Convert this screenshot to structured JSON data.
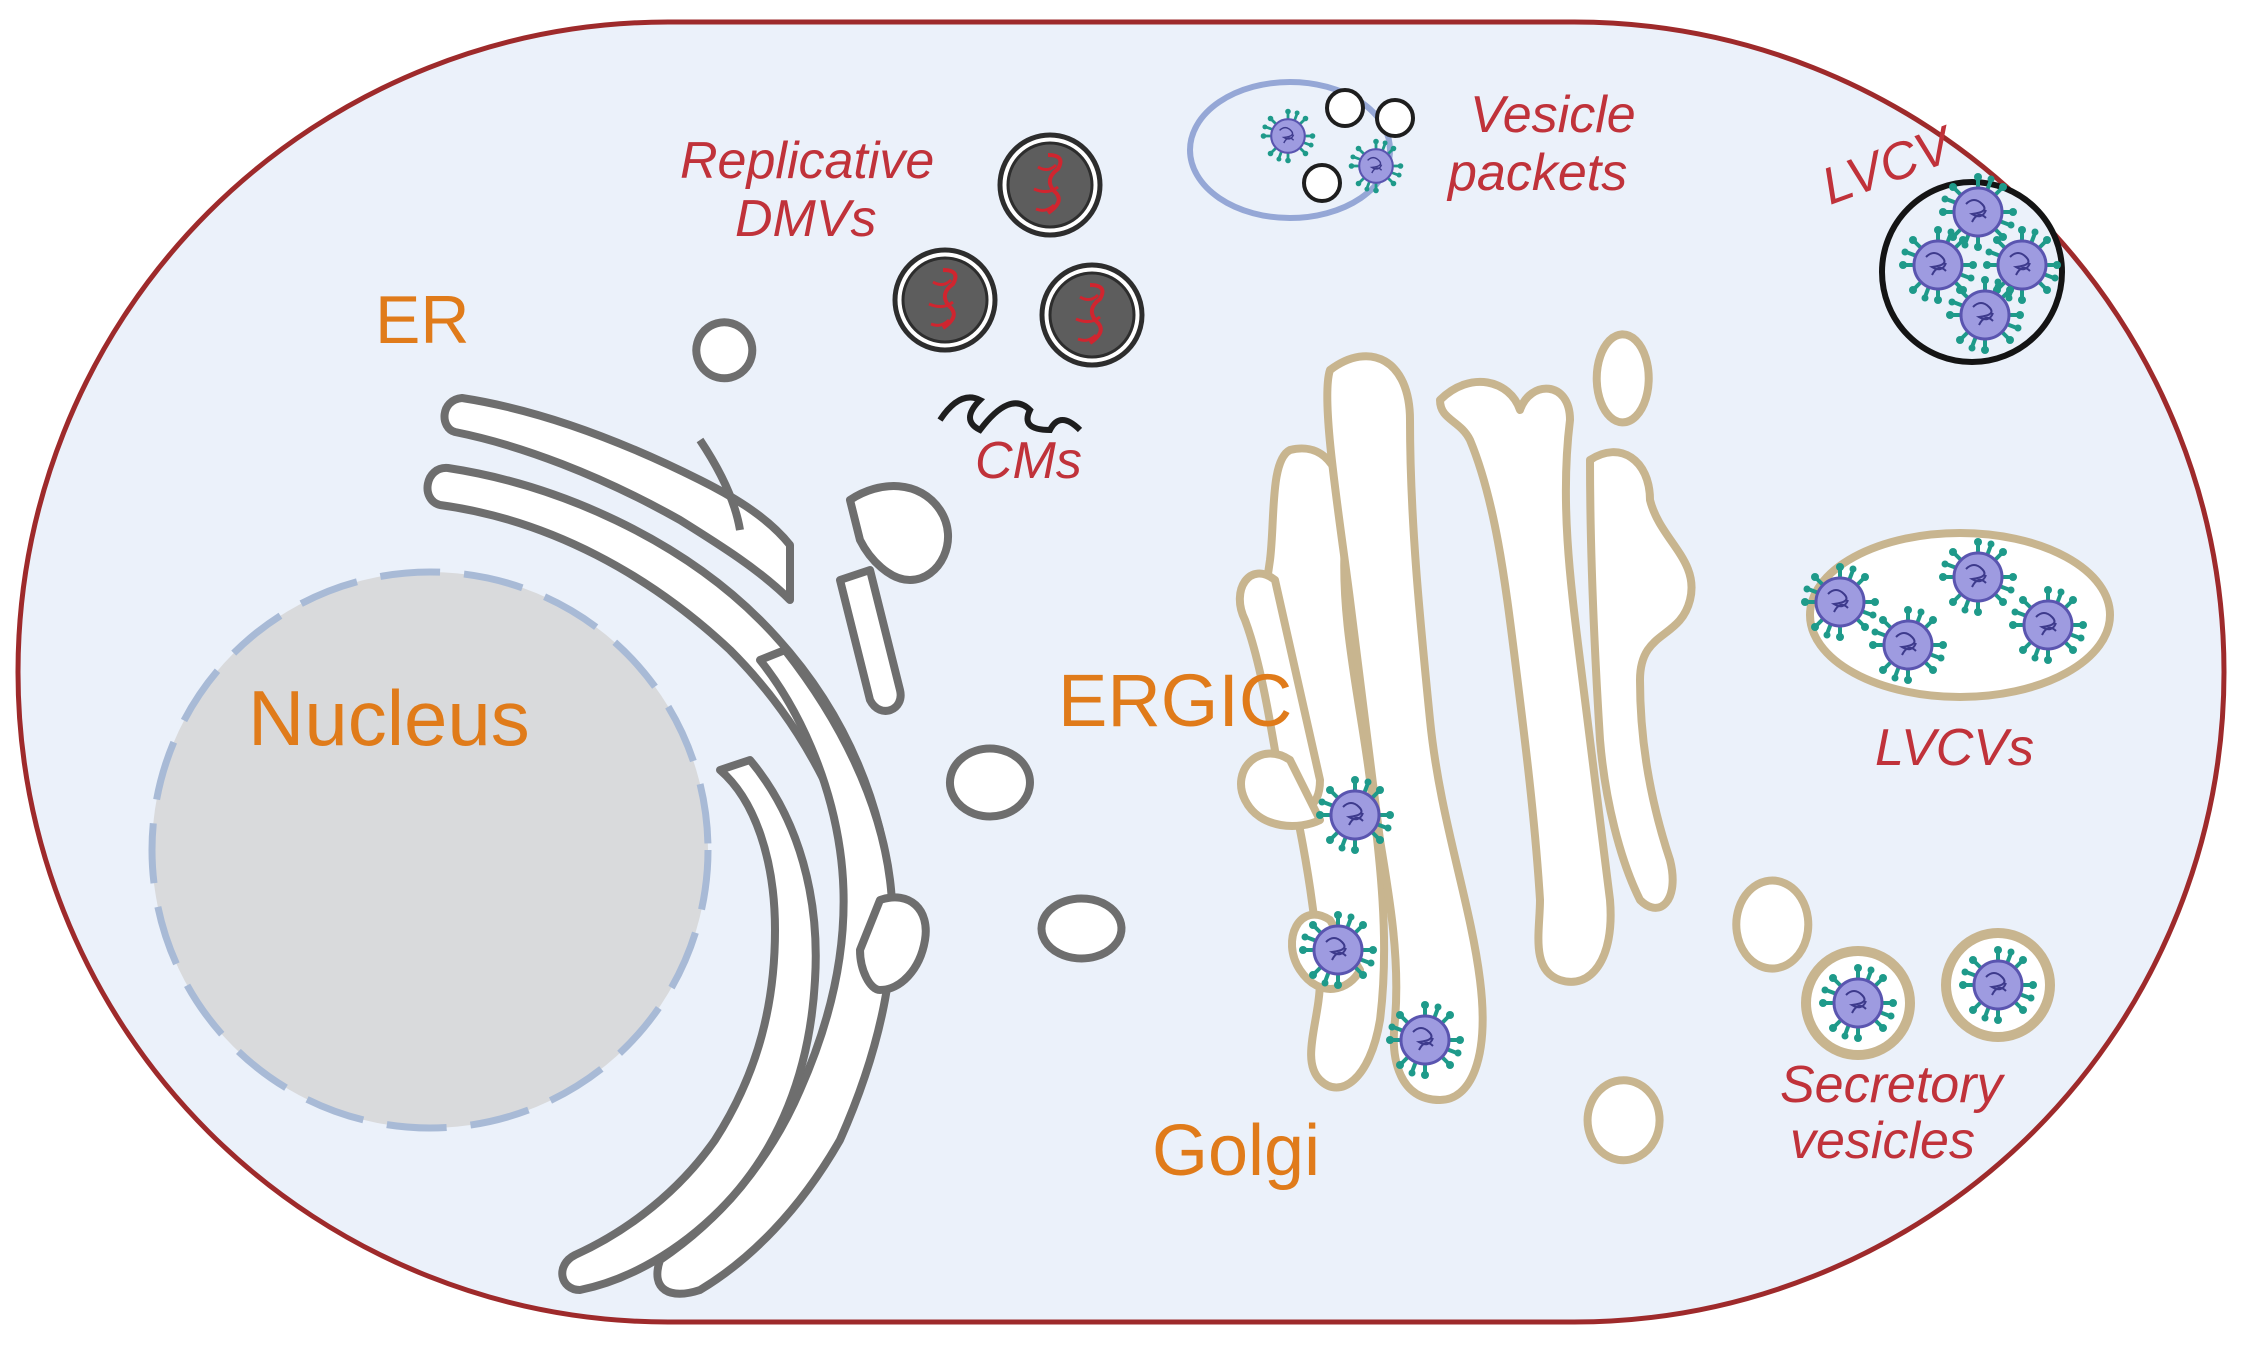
{
  "diagram": {
    "labels": {
      "er": "ER",
      "nucleus": "Nucleus",
      "ergic": "ERGIC",
      "golgi": "Golgi",
      "replicative_line1": "Replicative",
      "replicative_line2": "DMVs",
      "cms": "CMs",
      "vesicle_line1": "Vesicle",
      "vesicle_line2": "packets",
      "lvcv": "LVCV",
      "lvcvs": "LVCVs",
      "secretory_line1": "Secretory",
      "secretory_line2": "vesicles"
    },
    "colors": {
      "cell_fill": "#ebf1fa",
      "cell_border": "#9e2a2b",
      "nucleus_fill": "#d9dadc",
      "nucleus_border": "#a8bad6",
      "er_stroke": "#6e6e6e",
      "golgi_stroke": "#c8b58f",
      "label_orange": "#e07b1a",
      "label_red": "#c0323a",
      "dmv_fill": "#5d5d5d",
      "virus_core": "#7d78c9",
      "virus_spike": "#1e9a8a"
    }
  }
}
